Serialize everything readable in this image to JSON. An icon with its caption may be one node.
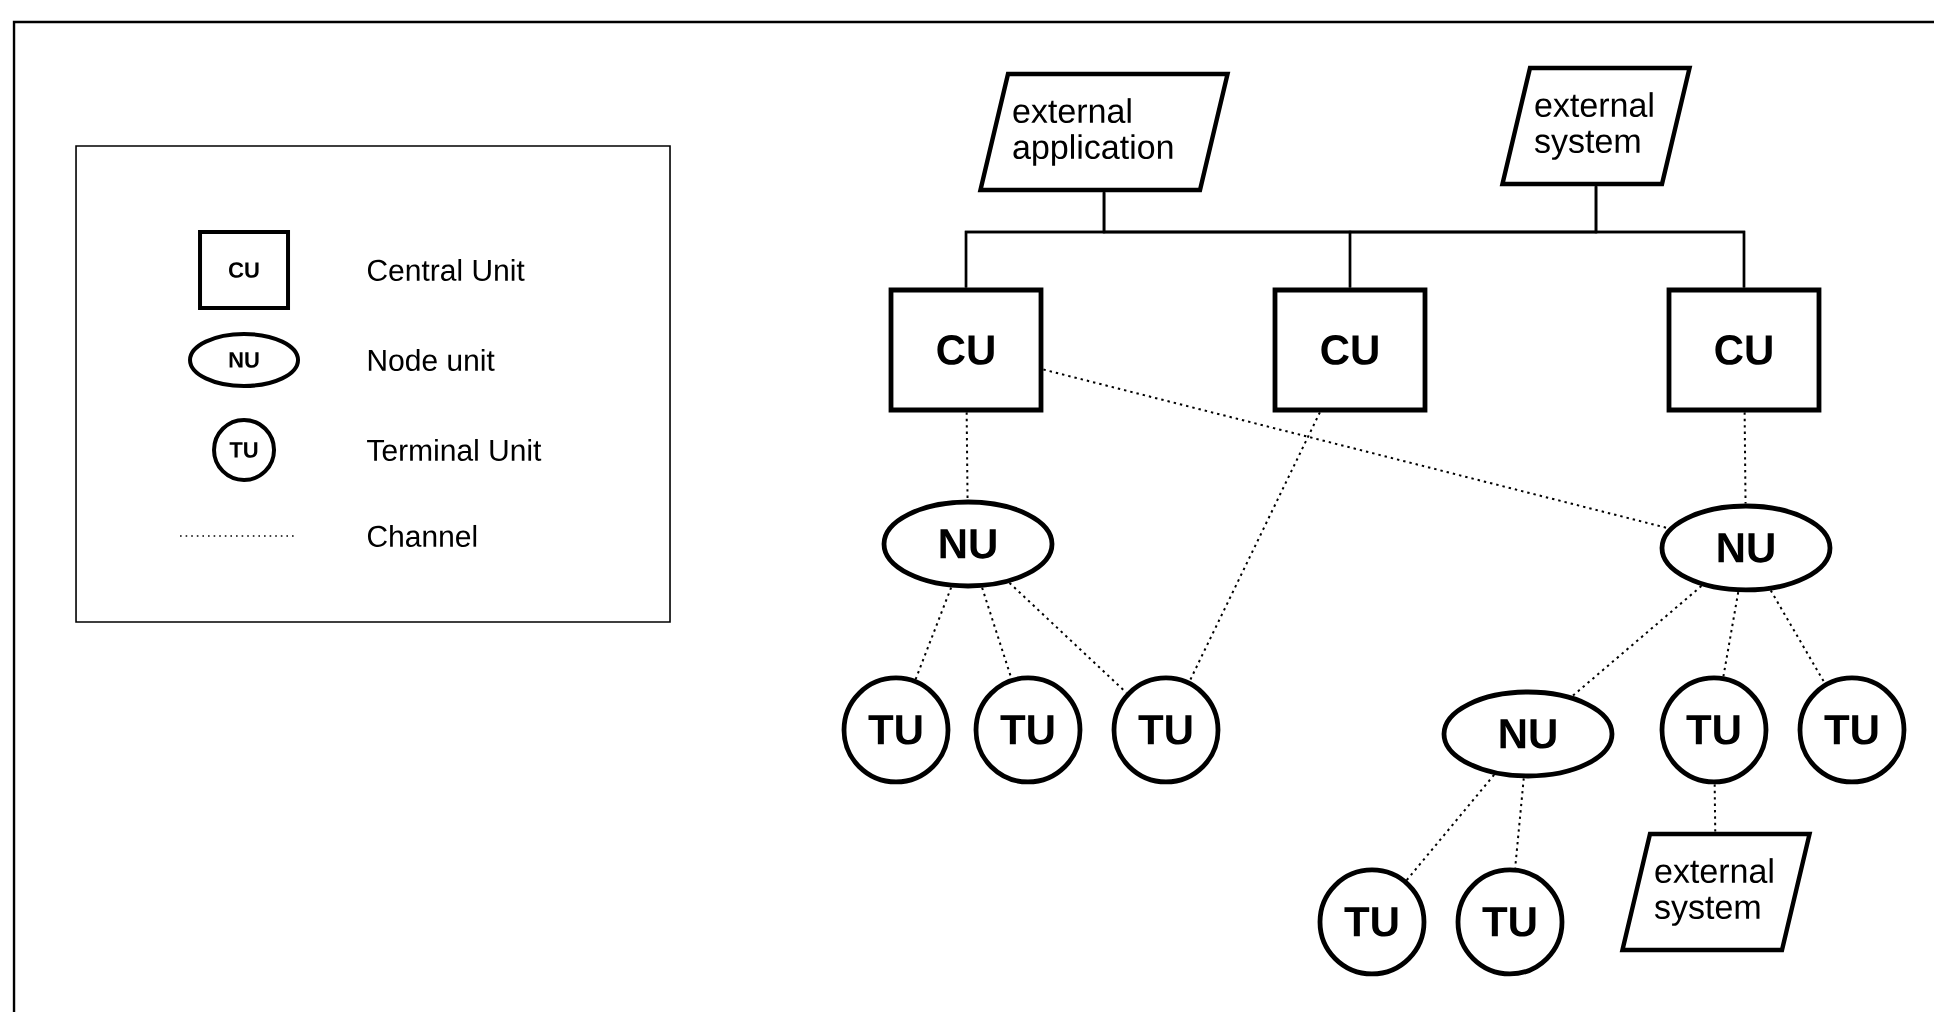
{
  "diagram": {
    "nodes": [
      {
        "text": [
          "external application"
        ]
      },
      {
        "text": [
          "external system"
        ]
      },
      {
        "text": [
          "CU"
        ]
      },
      {
        "text": [
          "CU"
        ]
      },
      {
        "text": [
          "CU"
        ]
      },
      {
        "text": [
          "NU"
        ]
      },
      {
        "text": [
          "NU"
        ]
      },
      {
        "text": [
          "TU"
        ]
      },
      {
        "text": [
          "TU"
        ]
      },
      {
        "text": [
          "TU"
        ]
      },
      {
        "text": [
          "NU"
        ]
      },
      {
        "text": [
          "TU"
        ]
      },
      {
        "text": [
          "TU"
        ]
      },
      {
        "text": [
          "TU"
        ]
      },
      {
        "text": [
          "TU"
        ]
      },
      {
        "text": [
          "external system"
        ]
      }
    ],
    "edges": [
      {
        "from": 0,
        "to": 2,
        "arrow": "none"
      },
      {
        "from": 0,
        "to": 3,
        "arrow": "none"
      },
      {
        "from": 0,
        "to": 4,
        "arrow": "none"
      },
      {
        "from": 1,
        "to": 2,
        "arrow": "none"
      },
      {
        "from": 1,
        "to": 3,
        "arrow": "none"
      },
      {
        "from": 1,
        "to": 4,
        "arrow": "none"
      },
      {
        "from": 2,
        "to": 5,
        "arrow": "none",
        "style": "dashed"
      },
      {
        "from": 2,
        "to": 6,
        "arrow": "none",
        "style": "dashed"
      },
      {
        "from": 3,
        "to": 9,
        "arrow": "none",
        "style": "dashed"
      },
      {
        "from": 4,
        "to": 6,
        "arrow": "none",
        "style": "dashed"
      },
      {
        "from": 5,
        "to": 7,
        "arrow": "none",
        "style": "dashed"
      },
      {
        "from": 5,
        "to": 8,
        "arrow": "none",
        "style": "dashed"
      },
      {
        "from": 5,
        "to": 9,
        "arrow": "none",
        "style": "dashed"
      },
      {
        "from": 6,
        "to": 10,
        "arrow": "none",
        "style": "dashed"
      },
      {
        "from": 6,
        "to": 11,
        "arrow": "none",
        "style": "dashed"
      },
      {
        "from": 6,
        "to": 12,
        "arrow": "none",
        "style": "dashed"
      },
      {
        "from": 10,
        "to": 13,
        "arrow": "none",
        "style": "dashed"
      },
      {
        "from": 10,
        "to": 14,
        "arrow": "none",
        "style": "dashed"
      },
      {
        "from": 11,
        "to": 15,
        "arrow": "none",
        "style": "dashed"
      }
    ],
    "labels": [
      "CU",
      "NU",
      "TU"
    ],
    "legend": [
      {
        "text": "Central Unit"
      },
      {
        "text": "Node unit"
      },
      {
        "text": "Terminal Unit"
      },
      {
        "text": "Channel"
      }
    ]
  }
}
